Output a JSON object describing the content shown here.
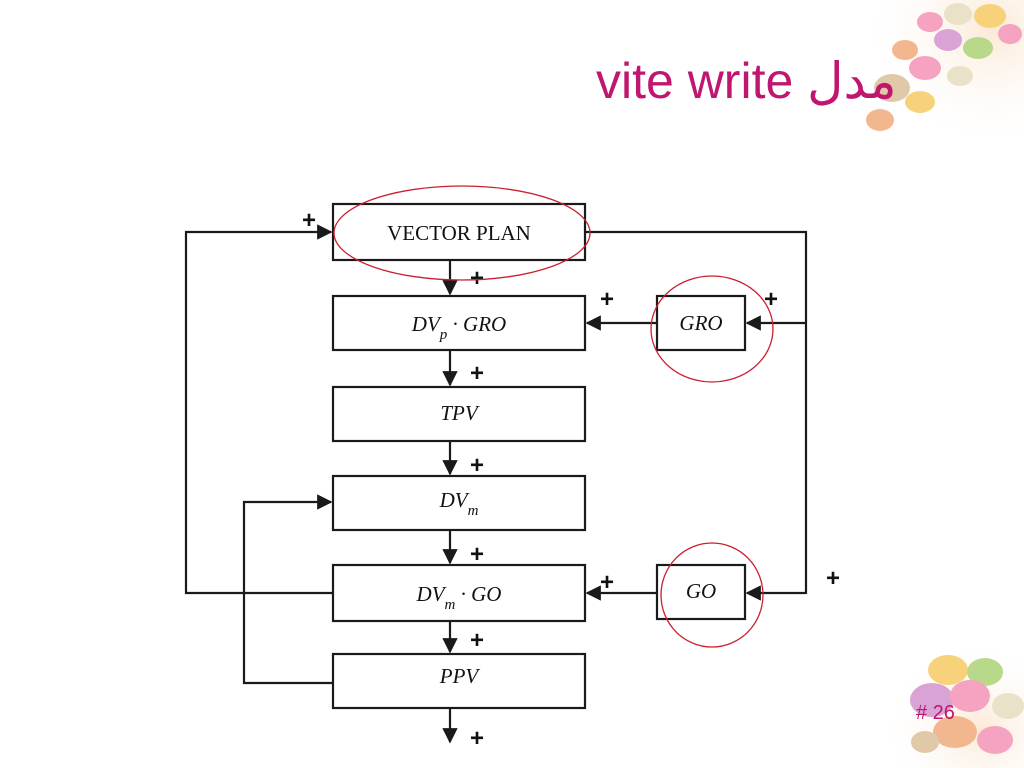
{
  "slide": {
    "title": "vite write مدل",
    "slide_number": "# 26"
  },
  "diagram": {
    "boxes": {
      "vector_plan": "VECTOR PLAN",
      "dvp_gro": {
        "base": "DV",
        "sub": "p",
        "rest": " · GRO"
      },
      "tpv": "TPV",
      "dvm": {
        "base": "DV",
        "sub": "m"
      },
      "dvm_go": {
        "base": "DV",
        "sub": "m",
        "rest": " · GO"
      },
      "ppv": "PPV",
      "gro": "GRO",
      "go": "GO"
    },
    "sign": "+"
  },
  "decor": {
    "accent": "#c0166f",
    "circle_color": "#cc1f2e",
    "candy_colors": [
      "#f5a3c0",
      "#f7d27a",
      "#b9d98a",
      "#f2b78f",
      "#e9e1c8",
      "#d9a3d6"
    ]
  }
}
